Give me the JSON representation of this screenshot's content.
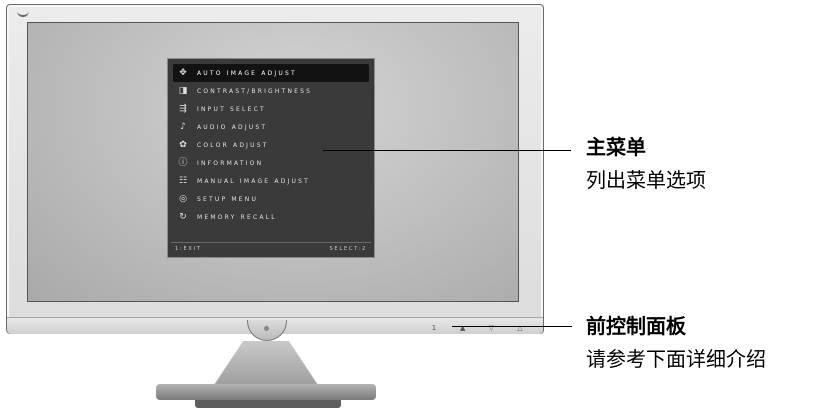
{
  "osd_menu": {
    "items": [
      {
        "label": "AUTO IMAGE ADJUST",
        "icon": "auto-adjust-icon",
        "selected": true
      },
      {
        "label": "CONTRAST/BRIGHTNESS",
        "icon": "contrast-icon",
        "selected": false
      },
      {
        "label": "INPUT SELECT",
        "icon": "input-select-icon",
        "selected": false
      },
      {
        "label": "AUDIO ADJUST",
        "icon": "audio-icon",
        "selected": false
      },
      {
        "label": "COLOR ADJUST",
        "icon": "color-icon",
        "selected": false
      },
      {
        "label": "INFORMATION",
        "icon": "info-icon",
        "selected": false
      },
      {
        "label": "MANUAL IMAGE ADJUST",
        "icon": "manual-adjust-icon",
        "selected": false
      },
      {
        "label": "SETUP MENU",
        "icon": "setup-icon",
        "selected": false
      },
      {
        "label": "MEMORY RECALL",
        "icon": "memory-recall-icon",
        "selected": false
      }
    ],
    "footer_left": "1:EXIT",
    "footer_right": "SELECT:2"
  },
  "front_panel_buttons": [
    "1",
    "▲",
    "▽",
    "△"
  ],
  "callouts": {
    "main_menu": {
      "title": "主菜单",
      "desc": "列出菜单选项"
    },
    "front_panel": {
      "title": "前控制面板",
      "desc": "请参考下面详细介绍"
    }
  },
  "colors": {
    "osd_bg": "#3a3a3a",
    "osd_selected": "#121212",
    "osd_text": "#e2e2e2"
  }
}
